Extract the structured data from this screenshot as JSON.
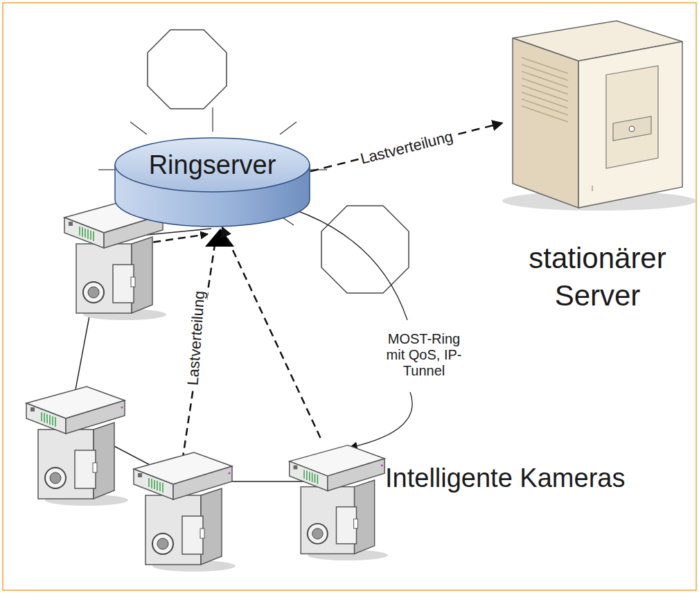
{
  "diagram": {
    "nodes": [
      {
        "text": [
          "Ringserver"
        ]
      },
      {
        "text": [
          "stationärer Server"
        ]
      },
      {
        "text": [
          "Intelligente Kameras"
        ]
      }
    ],
    "edges": [
      {
        "from": 0,
        "to": 1,
        "arrow": "to",
        "label": "Lastverteilung"
      },
      {
        "from": 2,
        "to": 0,
        "arrow": "to"
      }
    ],
    "labels": [
      "Lastverteilung",
      "MOST-Ring mit QoS, IP-Tunnel"
    ]
  }
}
